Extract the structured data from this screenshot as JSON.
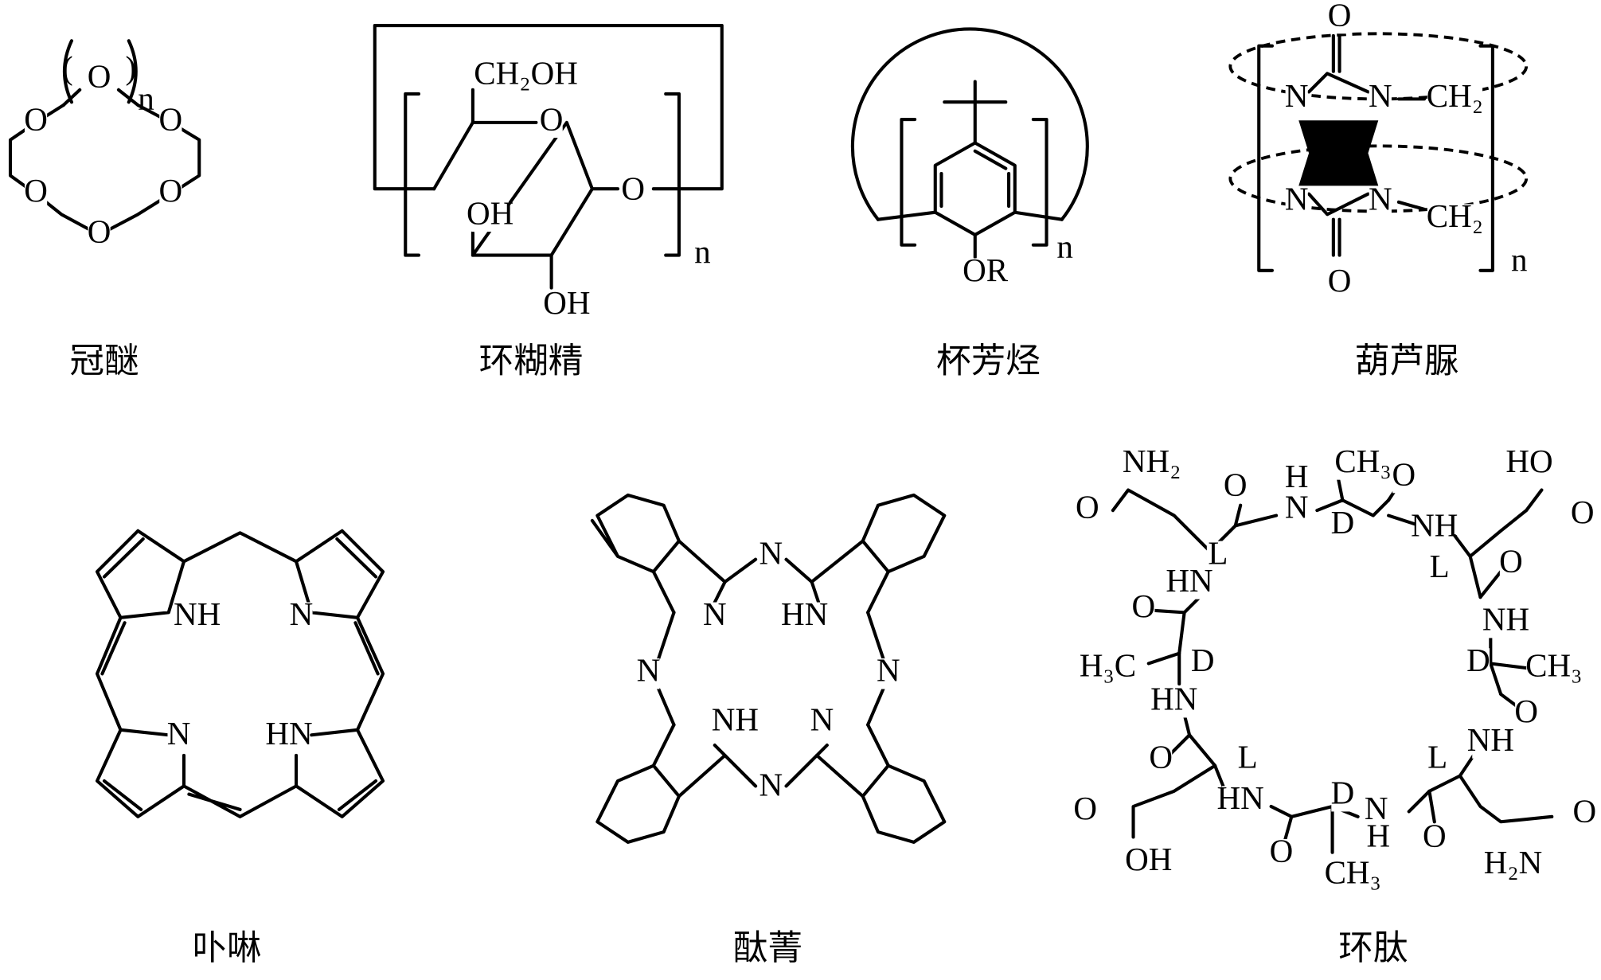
{
  "structures": [
    {
      "name": "冠醚",
      "atom_labels": [
        "O",
        "O",
        "O",
        "O",
        "O",
        "O",
        "n",
        "(",
        ")"
      ]
    },
    {
      "name": "环糊精",
      "atom_labels": [
        "CH₂OH",
        "O",
        "OH",
        "OH",
        "O",
        "n"
      ]
    },
    {
      "name": "杯芳烃",
      "atom_labels": [
        "OR",
        "n"
      ]
    },
    {
      "name": "葫芦脲",
      "atom_labels": [
        "O",
        "N",
        "N",
        "CH₂",
        "N",
        "N",
        "CH₂",
        "O",
        "n"
      ]
    },
    {
      "name": "卟啉",
      "atom_labels": [
        "NH",
        "N",
        "N",
        "HN"
      ]
    },
    {
      "name": "酞菁",
      "atom_labels": [
        "N",
        "N",
        "HN",
        "N",
        "N",
        "NH",
        "N",
        "N"
      ]
    },
    {
      "name": "环肽",
      "atom_labels": [
        "NH₂",
        "O",
        "O",
        "H",
        "N",
        "CH₃",
        "O",
        "D",
        "HO",
        "O",
        "NH",
        "L",
        "HN",
        "L",
        "O",
        "O",
        "NH",
        "H₃C",
        "D",
        "D",
        "CH₃",
        "HN",
        "O",
        "NH",
        "O",
        "L",
        "L",
        "HN",
        "D",
        "N",
        "H",
        "O",
        "O",
        "O",
        "O",
        "OH",
        "CH₃",
        "H₂N"
      ]
    }
  ]
}
